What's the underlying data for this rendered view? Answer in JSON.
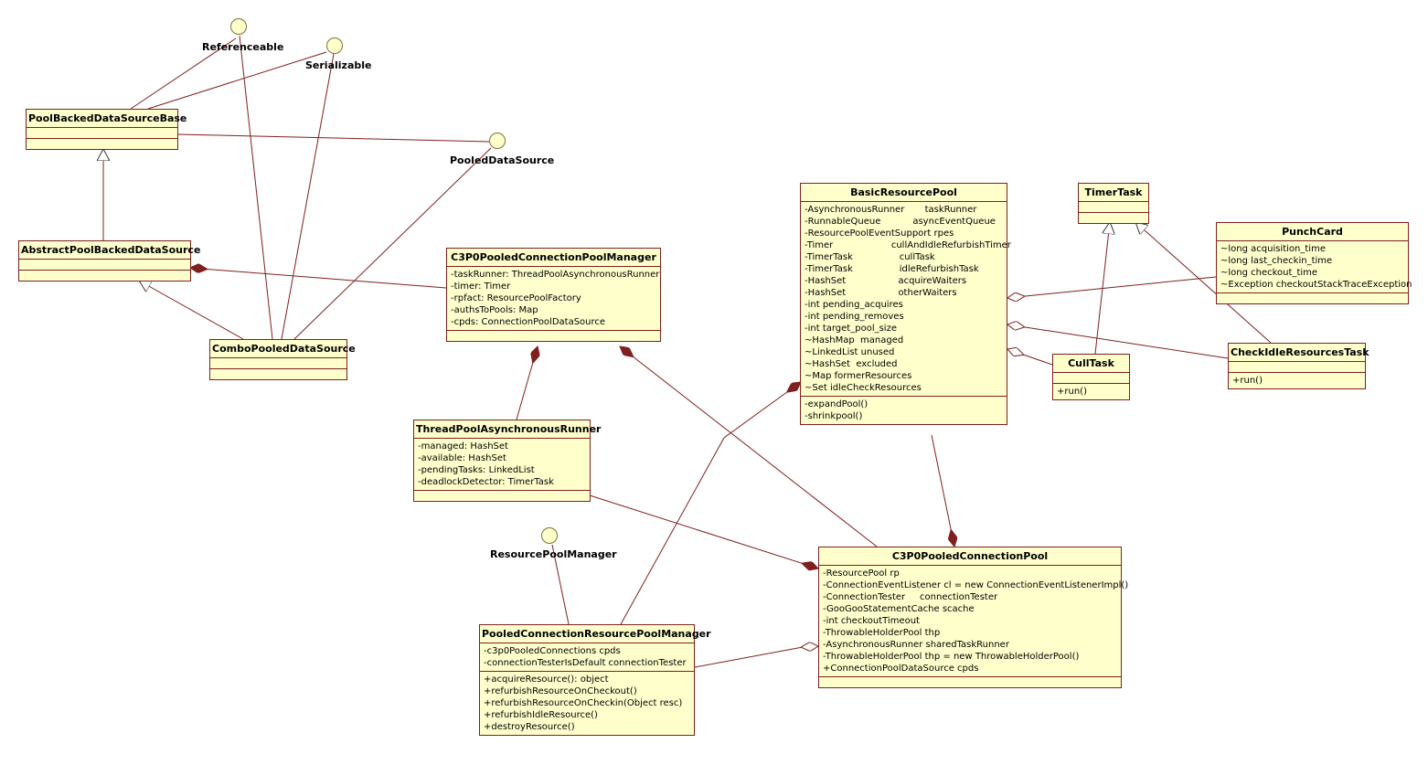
{
  "interfaces": [
    {
      "id": "referenceable",
      "label": "Referenceable"
    },
    {
      "id": "serializable",
      "label": "Serializable"
    },
    {
      "id": "pooleddatasource",
      "label": "PooledDataSource"
    },
    {
      "id": "resourcepoolmanager",
      "label": "ResourcePoolManager"
    }
  ],
  "classes": [
    {
      "id": "pbdsb",
      "name": "PoolBackedDataSourceBase",
      "attributes": [],
      "operations": []
    },
    {
      "id": "apbds",
      "name": "AbstractPoolBackedDataSource",
      "attributes": [],
      "operations": []
    },
    {
      "id": "cpds",
      "name": "ComboPooledDataSource",
      "attributes": [],
      "operations": []
    },
    {
      "id": "c3p0mgr",
      "name": "C3P0PooledConnectionPoolManager",
      "attributes": [
        "-taskRunner: ThreadPoolAsynchronousRunner",
        "-timer: Timer",
        "-rpfact: ResourcePoolFactory",
        "-authsToPools: Map",
        "-cpds: ConnectionPoolDataSource"
      ],
      "operations": []
    },
    {
      "id": "tpar",
      "name": "ThreadPoolAsynchronousRunner",
      "attributes": [
        "-managed: HashSet",
        "-available: HashSet",
        "-pendingTasks: LinkedList",
        "-deadlockDetector: TimerTask"
      ],
      "operations": []
    },
    {
      "id": "brp",
      "name": "BasicResourcePool",
      "attributes": [
        "-AsynchronousRunner       taskRunner",
        "-RunnableQueue           asyncEventQueue",
        "-ResourcePoolEventSupport rpes",
        "-Timer                    cullAndIdleRefurbishTimer",
        "-TimerTask                cullTask",
        "-TimerTask                idleRefurbishTask",
        "-HashSet                  acquireWaiters",
        "-HashSet                  otherWaiters",
        "-int pending_acquires",
        "-int pending_removes",
        "-int target_pool_size",
        "~HashMap  managed",
        "~LinkedList unused",
        "~HashSet  excluded",
        "~Map formerResources",
        "~Set idleCheckResources"
      ],
      "operations": [
        "-expandPool()",
        "-shrinkpool()"
      ]
    },
    {
      "id": "timertask",
      "name": "TimerTask",
      "attributes": [],
      "operations": []
    },
    {
      "id": "punchcard",
      "name": "PunchCard",
      "attributes": [
        "~long acquisition_time",
        "~long last_checkin_time",
        "~long checkout_time",
        "~Exception checkoutStackTraceException"
      ],
      "operations": []
    },
    {
      "id": "culltask",
      "name": "CullTask",
      "attributes": [],
      "operations": [
        "+run()"
      ]
    },
    {
      "id": "cirt",
      "name": "CheckIdleResourcesTask",
      "attributes": [],
      "operations": [
        "+run()"
      ]
    },
    {
      "id": "c3p0pool",
      "name": "C3P0PooledConnectionPool",
      "attributes": [
        "-ResourcePool rp",
        "-ConnectionEventListener cl = new ConnectionEventListenerImpl()",
        "-ConnectionTester     connectionTester",
        "-GooGooStatementCache scache",
        "-int checkoutTimeout",
        "-ThrowableHolderPool thp",
        "-AsynchronousRunner sharedTaskRunner",
        "-ThrowableHolderPool thp = new ThrowableHolderPool()",
        "+ConnectionPoolDataSource cpds"
      ],
      "operations": []
    },
    {
      "id": "pcrpm",
      "name": "PooledConnectionResourcePoolManager",
      "attributes": [
        "-c3p0PooledConnections cpds",
        "-connectionTesterIsDefault connectionTester"
      ],
      "operations": [
        "+acquireResource(): object",
        "+refurbishResourceOnCheckout()",
        "+refurbishResourceOnCheckin(Object resc)",
        "+refurbishIdleResource()",
        "+destroyResource()"
      ]
    }
  ]
}
